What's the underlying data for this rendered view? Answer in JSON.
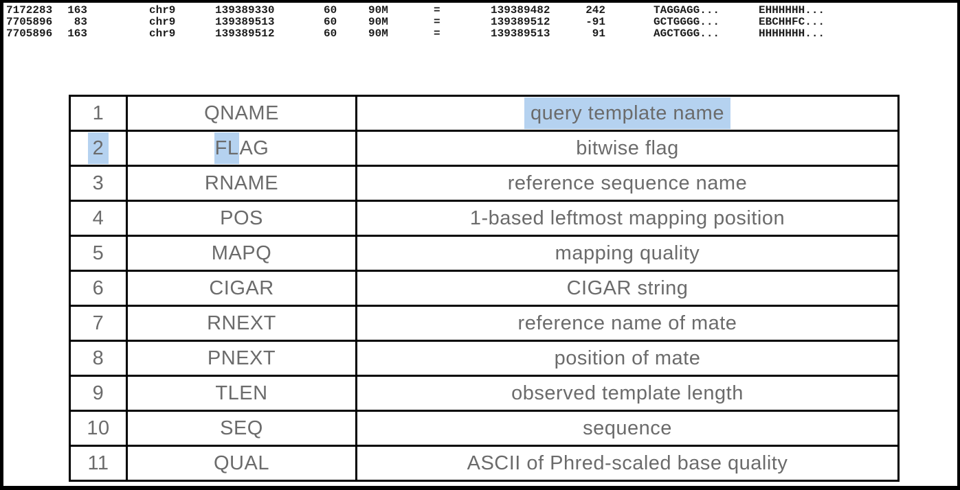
{
  "alignment_rows": [
    {
      "qname": "7172283",
      "flag": "163",
      "rname": "chr9",
      "pos": "139389330",
      "mapq": "60",
      "cigar": "90M",
      "rnext": "=",
      "pnext": "139389482",
      "tlen": "242",
      "seq": "TAGGAGG...",
      "qual": "EHHHHHH..."
    },
    {
      "qname": "7705896",
      "flag": "83",
      "rname": "chr9",
      "pos": "139389513",
      "mapq": "60",
      "cigar": "90M",
      "rnext": "=",
      "pnext": "139389512",
      "tlen": "-91",
      "seq": "GCTGGGG...",
      "qual": "EBCHHFC..."
    },
    {
      "qname": "7705896",
      "flag": "163",
      "rname": "chr9",
      "pos": "139389512",
      "mapq": "60",
      "cigar": "90M",
      "rnext": "=",
      "pnext": "139389513",
      "tlen": "91",
      "seq": "AGCTGGG...",
      "qual": "HHHHHHH..."
    }
  ],
  "field_table": {
    "rows": [
      {
        "num": "1",
        "field_hl": "",
        "field_rest": "QNAME",
        "desc": "query template name",
        "num_selected": false,
        "desc_selected": true
      },
      {
        "num": "2",
        "field_hl": "FL",
        "field_rest": "AG",
        "desc": "bitwise flag",
        "num_selected": true,
        "desc_selected": false
      },
      {
        "num": "3",
        "field_hl": "",
        "field_rest": "RNAME",
        "desc": "reference sequence name",
        "num_selected": false,
        "desc_selected": false
      },
      {
        "num": "4",
        "field_hl": "",
        "field_rest": "POS",
        "desc": "1-based leftmost mapping position",
        "num_selected": false,
        "desc_selected": false
      },
      {
        "num": "5",
        "field_hl": "",
        "field_rest": "MAPQ",
        "desc": "mapping quality",
        "num_selected": false,
        "desc_selected": false
      },
      {
        "num": "6",
        "field_hl": "",
        "field_rest": "CIGAR",
        "desc": "CIGAR string",
        "num_selected": false,
        "desc_selected": false
      },
      {
        "num": "7",
        "field_hl": "",
        "field_rest": "RNEXT",
        "desc": "reference name of mate",
        "num_selected": false,
        "desc_selected": false
      },
      {
        "num": "8",
        "field_hl": "",
        "field_rest": "PNEXT",
        "desc": "position of mate",
        "num_selected": false,
        "desc_selected": false
      },
      {
        "num": "9",
        "field_hl": "",
        "field_rest": "TLEN",
        "desc": "observed template length",
        "num_selected": false,
        "desc_selected": false
      },
      {
        "num": "10",
        "field_hl": "",
        "field_rest": "SEQ",
        "desc": "sequence",
        "num_selected": false,
        "desc_selected": false
      },
      {
        "num": "11",
        "field_hl": "",
        "field_rest": "QUAL",
        "desc": "ASCII of Phred-scaled base quality",
        "num_selected": false,
        "desc_selected": false
      }
    ]
  },
  "colors": {
    "selection_highlight": "#b5d2f0",
    "table_text": "#6b6b6b",
    "mono_text": "#1c1c1c",
    "border": "#000000"
  }
}
